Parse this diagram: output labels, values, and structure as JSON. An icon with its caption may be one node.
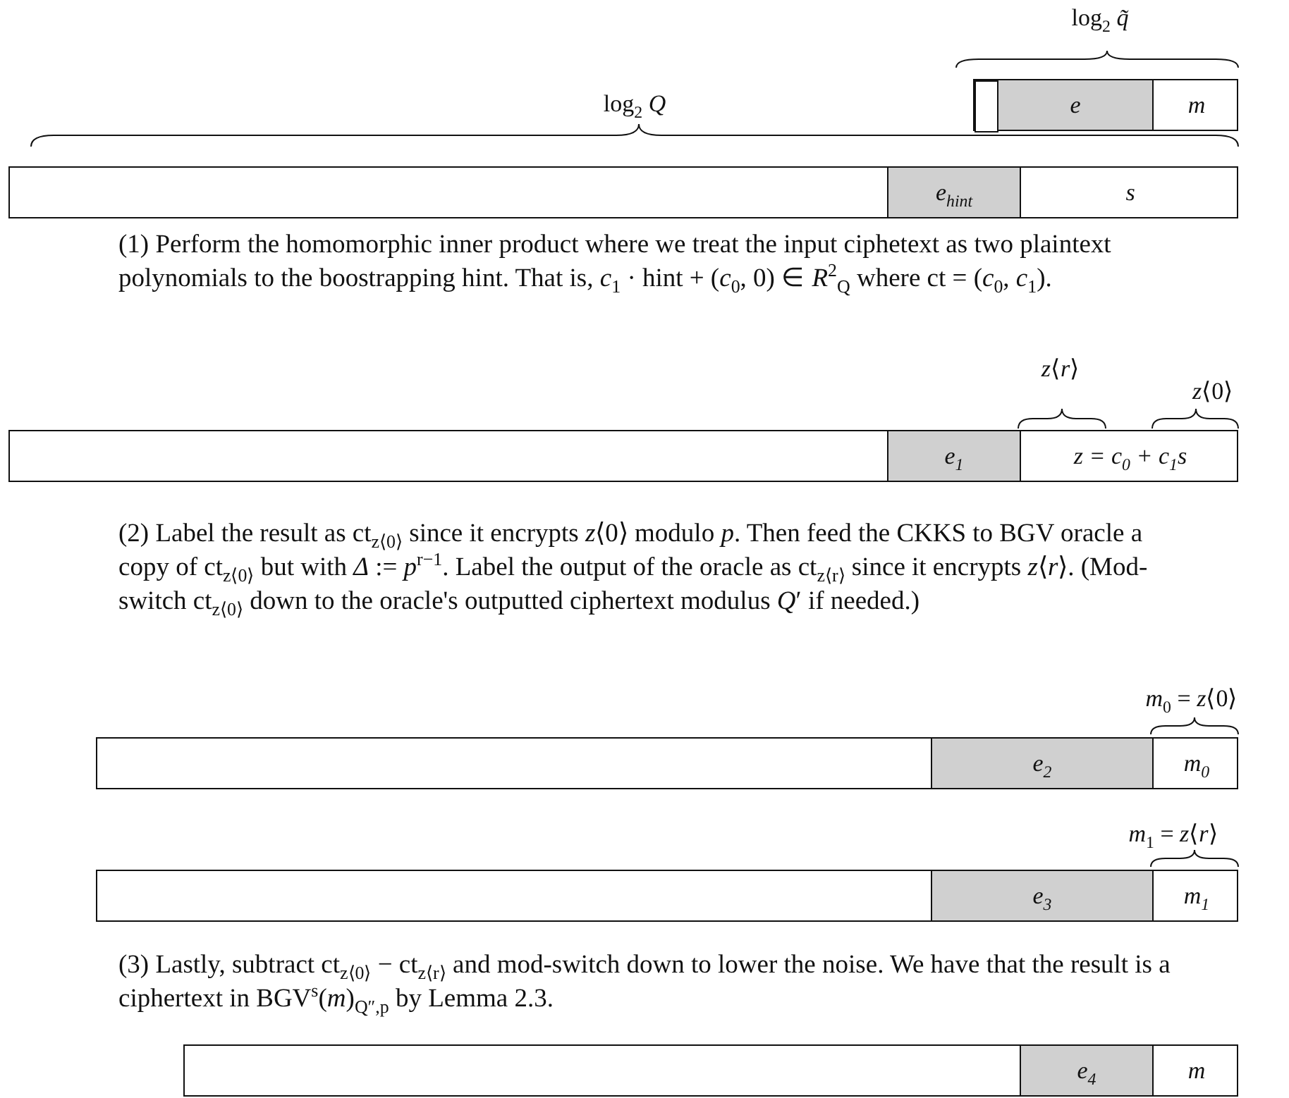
{
  "diagram": {
    "nodes": [
      {
        "text": [],
        "shape": "bar"
      },
      {
        "text": [],
        "shape": "box",
        "in": 0
      },
      {
        "text": [
          "e"
        ],
        "in": 0
      },
      {
        "text": [
          "m"
        ],
        "in": 0
      },
      {
        "text": [],
        "shape": "bar"
      },
      {
        "text": [
          "e$_{hint}$"
        ],
        "in": 4
      },
      {
        "text": [
          "s"
        ],
        "in": 4
      },
      {
        "text": [],
        "shape": "bar"
      },
      {
        "text": [
          "e$_{1}$"
        ],
        "in": 7
      },
      {
        "text": [
          "z = c$_{0}$ + c$_{1}$s"
        ],
        "in": 7
      },
      {
        "text": [],
        "shape": "bar"
      },
      {
        "text": [
          "e$_{2}$"
        ],
        "in": 10
      },
      {
        "text": [
          "m$_{0}$"
        ],
        "in": 10
      },
      {
        "text": [],
        "shape": "bar"
      },
      {
        "text": [
          "e$_{3}$"
        ],
        "in": 13
      },
      {
        "text": [
          "m$_{1}$"
        ],
        "in": 13
      },
      {
        "text": [],
        "shape": "bar"
      },
      {
        "text": [
          "e$_{4}$"
        ],
        "in": 16
      },
      {
        "text": [
          "m"
        ],
        "in": 16
      }
    ],
    "edges": [],
    "labels": [
      "log$_{2}$ *q̃*",
      "log$_{2}$ *Q*",
      "(1) Perform the homomorphic inner product where we treat the input ciphetext as two plaintext polynomials to the boostrapping hint. That is, *c*$_{1}$ · hint + (*c*$_{0}$, 0) ∈ *R*$^{2}$$_{Q}$ where ct = (*c*$_{0}$, *c*$_{1}$).",
      "*z*⟨*r*⟩",
      "*z*⟨0⟩",
      "(2) Label the result as ct$_{z⟨0⟩}$ since it encrypts *z*⟨0⟩ modulo *p*. Then feed the CKKS to BGV oracle a copy of ct$_{z⟨0⟩}$ but with *Δ* := *p*$^{r−1}$. Label the output of the oracle as ct$_{z⟨r⟩}$ since it encrypts *z*⟨*r*⟩. (Mod-switch ct$_{z⟨0⟩}$ down to the oracle's outputted ciphertext modulus *Q*′ if needed.)",
      "*m*$_{0}$ = *z*⟨0⟩",
      "*m*$_{1}$ = *z*⟨*r*⟩",
      "(3) Lastly, subtract ct$_{z⟨0⟩}$ − ct$_{z⟨r⟩}$ and mod-switch down to lower the noise. We have that the result is a ciphertext in BGV$^{s}$(*m*)$_{Q″,p}$ by Lemma 2.3."
    ]
  }
}
